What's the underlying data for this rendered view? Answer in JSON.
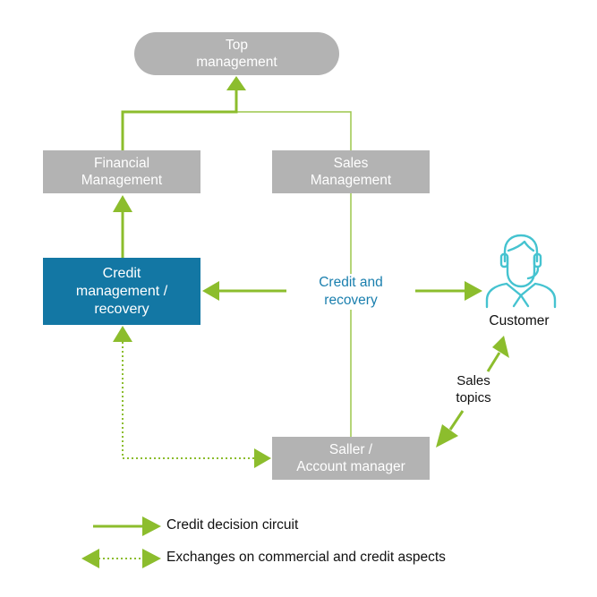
{
  "boxes": {
    "top_management": [
      "Top",
      "management"
    ],
    "financial_management": [
      "Financial",
      "Management"
    ],
    "sales_management": [
      "Sales",
      "Management"
    ],
    "credit_management": [
      "Credit",
      "management /",
      "recovery"
    ],
    "saller": [
      "Saller /",
      "Account manager"
    ]
  },
  "labels": {
    "credit_and_recovery": [
      "Credit and",
      "recovery"
    ],
    "customer": "Customer",
    "sales_topics": [
      "Sales",
      "topics"
    ]
  },
  "legend": {
    "solid": "Credit decision circuit",
    "dotted": "Exchanges on commercial and credit aspects"
  },
  "colors": {
    "arrow_green": "#8cbd2d",
    "box_gray": "#b3b3b3",
    "box_blue": "#1377a4",
    "label_blue": "#1a7fae",
    "customer_icon": "#45c3d0"
  },
  "icons": {
    "customer": "person-with-headset-icon"
  }
}
